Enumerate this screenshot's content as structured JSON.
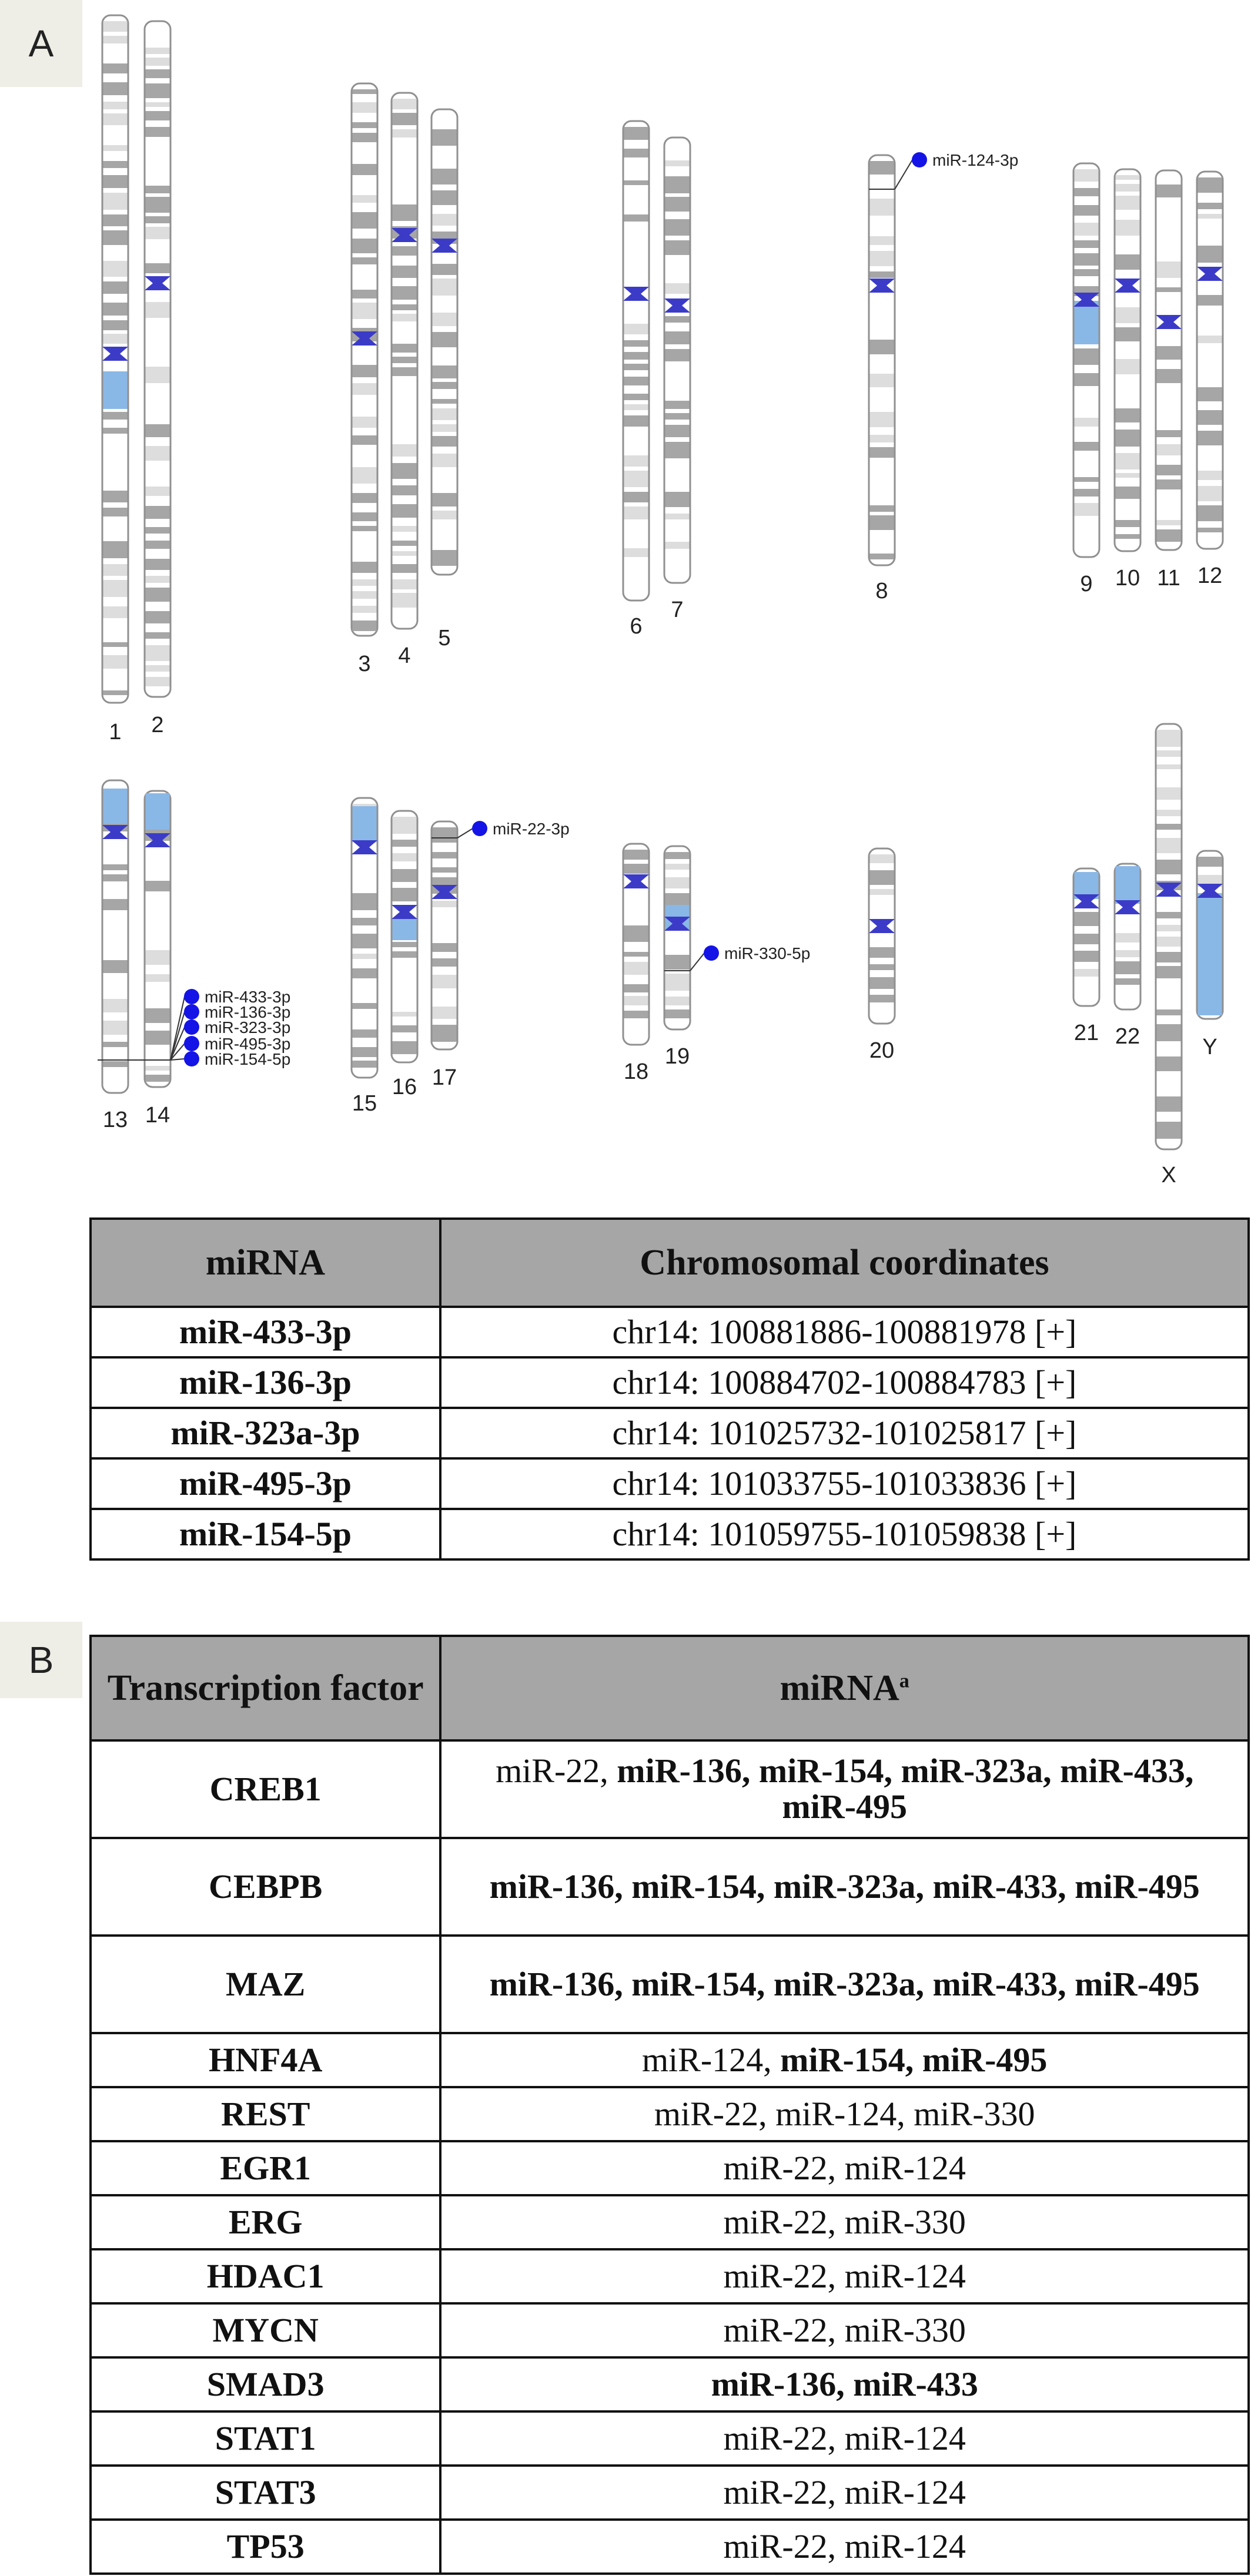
{
  "panel_labels": {
    "a": "A",
    "b": "B"
  },
  "ideogram": {
    "colors": {
      "band_dark": "#a6a6a6",
      "band_light": "#dddddd",
      "centromere": "#3b3bc8",
      "highlight": "#8ab8e6",
      "marker": "#1414e6",
      "outline": "#909090"
    },
    "chromosomes": [
      "1",
      "2",
      "3",
      "4",
      "5",
      "6",
      "7",
      "8",
      "9",
      "10",
      "11",
      "12",
      "13",
      "14",
      "15",
      "16",
      "17",
      "18",
      "19",
      "20",
      "21",
      "22",
      "X",
      "Y"
    ],
    "annotations": [
      {
        "chromosome": "8",
        "mirnas": [
          "miR-124-3p"
        ]
      },
      {
        "chromosome": "14",
        "mirnas": [
          "miR-433-3p",
          "miR-136-3p",
          "miR-323-3p",
          "miR-495-3p",
          "miR-154-5p"
        ]
      },
      {
        "chromosome": "17",
        "mirnas": [
          "miR-22-3p"
        ]
      },
      {
        "chromosome": "19",
        "mirnas": [
          "miR-330-5p"
        ]
      }
    ]
  },
  "table_a": {
    "headers": [
      "miRNA",
      "Chromosomal coordinates"
    ],
    "rows": [
      {
        "mirna": "miR-433-3p",
        "coords": "chr14: 100881886-100881978 [+]"
      },
      {
        "mirna": "miR-136-3p",
        "coords": "chr14: 100884702-100884783 [+]"
      },
      {
        "mirna": "miR-323a-3p",
        "coords": "chr14: 101025732-101025817 [+]"
      },
      {
        "mirna": "miR-495-3p",
        "coords": "chr14: 101033755-101033836 [+]"
      },
      {
        "mirna": "miR-154-5p",
        "coords": "chr14: 101059755-101059838 [+]"
      }
    ]
  },
  "table_b": {
    "header_tf": "Transcription factor",
    "header_mirna": "miRNA",
    "header_mirna_sup": "a",
    "rows": [
      {
        "tf": "CREB1",
        "plain": "miR-22, ",
        "bold": "miR-136, miR-154, miR-323a, miR-433, miR-495"
      },
      {
        "tf": "CEBPB",
        "plain": "",
        "bold": "miR-136, miR-154, miR-323a, miR-433, miR-495"
      },
      {
        "tf": "MAZ",
        "plain": "",
        "bold": "miR-136, miR-154, miR-323a, miR-433, miR-495"
      },
      {
        "tf": "HNF4A",
        "plain": "miR-124, ",
        "bold": "miR-154, miR-495"
      },
      {
        "tf": "REST",
        "plain": "miR-22, miR-124, miR-330",
        "bold": ""
      },
      {
        "tf": "EGR1",
        "plain": "miR-22, miR-124",
        "bold": ""
      },
      {
        "tf": "ERG",
        "plain": "miR-22, miR-330",
        "bold": ""
      },
      {
        "tf": "HDAC1",
        "plain": "miR-22, miR-124",
        "bold": ""
      },
      {
        "tf": "MYCN",
        "plain": "miR-22, miR-330",
        "bold": ""
      },
      {
        "tf": "SMAD3",
        "plain": "",
        "bold": "miR-136, miR-433"
      },
      {
        "tf": "STAT1",
        "plain": "miR-22, miR-124",
        "bold": ""
      },
      {
        "tf": "STAT3",
        "plain": "miR-22, miR-124",
        "bold": ""
      },
      {
        "tf": "TP53",
        "plain": "miR-22, miR-124",
        "bold": ""
      }
    ]
  }
}
